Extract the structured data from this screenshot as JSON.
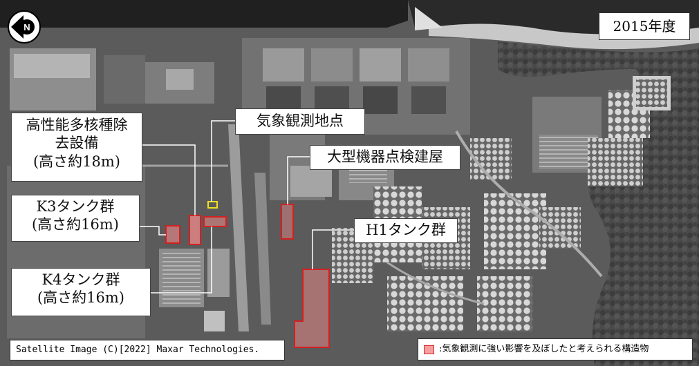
{
  "year_label": "2015年度",
  "labels": {
    "alps": [
      "高性能多核種除",
      "去設備",
      "(高さ約18m)"
    ],
    "weather": "気象観測地点",
    "large_equipment": "大型機器点検建屋",
    "k3": [
      "K3タンク群",
      "(高さ約16m)"
    ],
    "h1": "H1タンク群",
    "k4": [
      "K4タンク群",
      "(高さ約16m)"
    ]
  },
  "credit": "Satellite Image (C)[2022] Maxar Technologies.",
  "legend": ":気象観測に強い影響を及ぼしたと考えられる構造物",
  "north_label": "N",
  "colors": {
    "highlight_stroke": "#d42020",
    "highlight_fill": "#f28a8a",
    "weather_marker": "#f0e020",
    "sea": "#222222",
    "leader_line": "#ffffff"
  }
}
